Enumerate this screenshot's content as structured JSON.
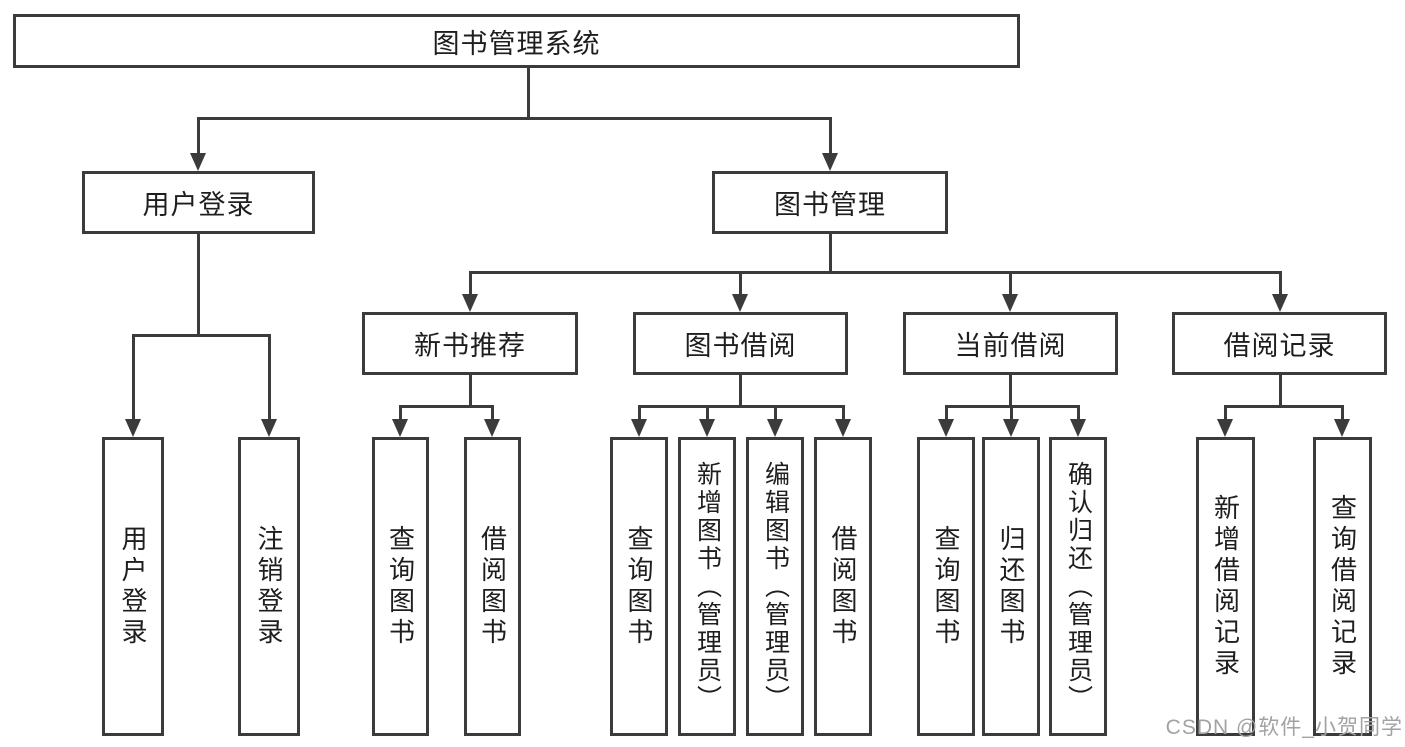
{
  "tree": {
    "label": "图书管理系统",
    "children": [
      {
        "label": "用户登录",
        "children": [
          {
            "label": "用户登录"
          },
          {
            "label": "注销登录"
          }
        ]
      },
      {
        "label": "图书管理",
        "children": [
          {
            "label": "新书推荐",
            "children": [
              {
                "label": "查询图书"
              },
              {
                "label": "借阅图书"
              }
            ]
          },
          {
            "label": "图书借阅",
            "children": [
              {
                "label": "查询图书"
              },
              {
                "label": "新增图书（管理员）"
              },
              {
                "label": "编辑图书（管理员）"
              },
              {
                "label": "借阅图书"
              }
            ]
          },
          {
            "label": "当前借阅",
            "children": [
              {
                "label": "查询图书"
              },
              {
                "label": "归还图书"
              },
              {
                "label": "确认归还（管理员）"
              }
            ]
          },
          {
            "label": "借阅记录",
            "children": [
              {
                "label": "新增借阅记录"
              },
              {
                "label": "查询借阅记录"
              }
            ]
          }
        ]
      }
    ]
  },
  "watermark": "CSDN @软件_小贺同学",
  "colors": {
    "line": "#3b3b3b",
    "box_fill": "#ffffff",
    "text": "#1e1e1e",
    "watermark": "#a2a2a4",
    "background": "#ffffff"
  }
}
